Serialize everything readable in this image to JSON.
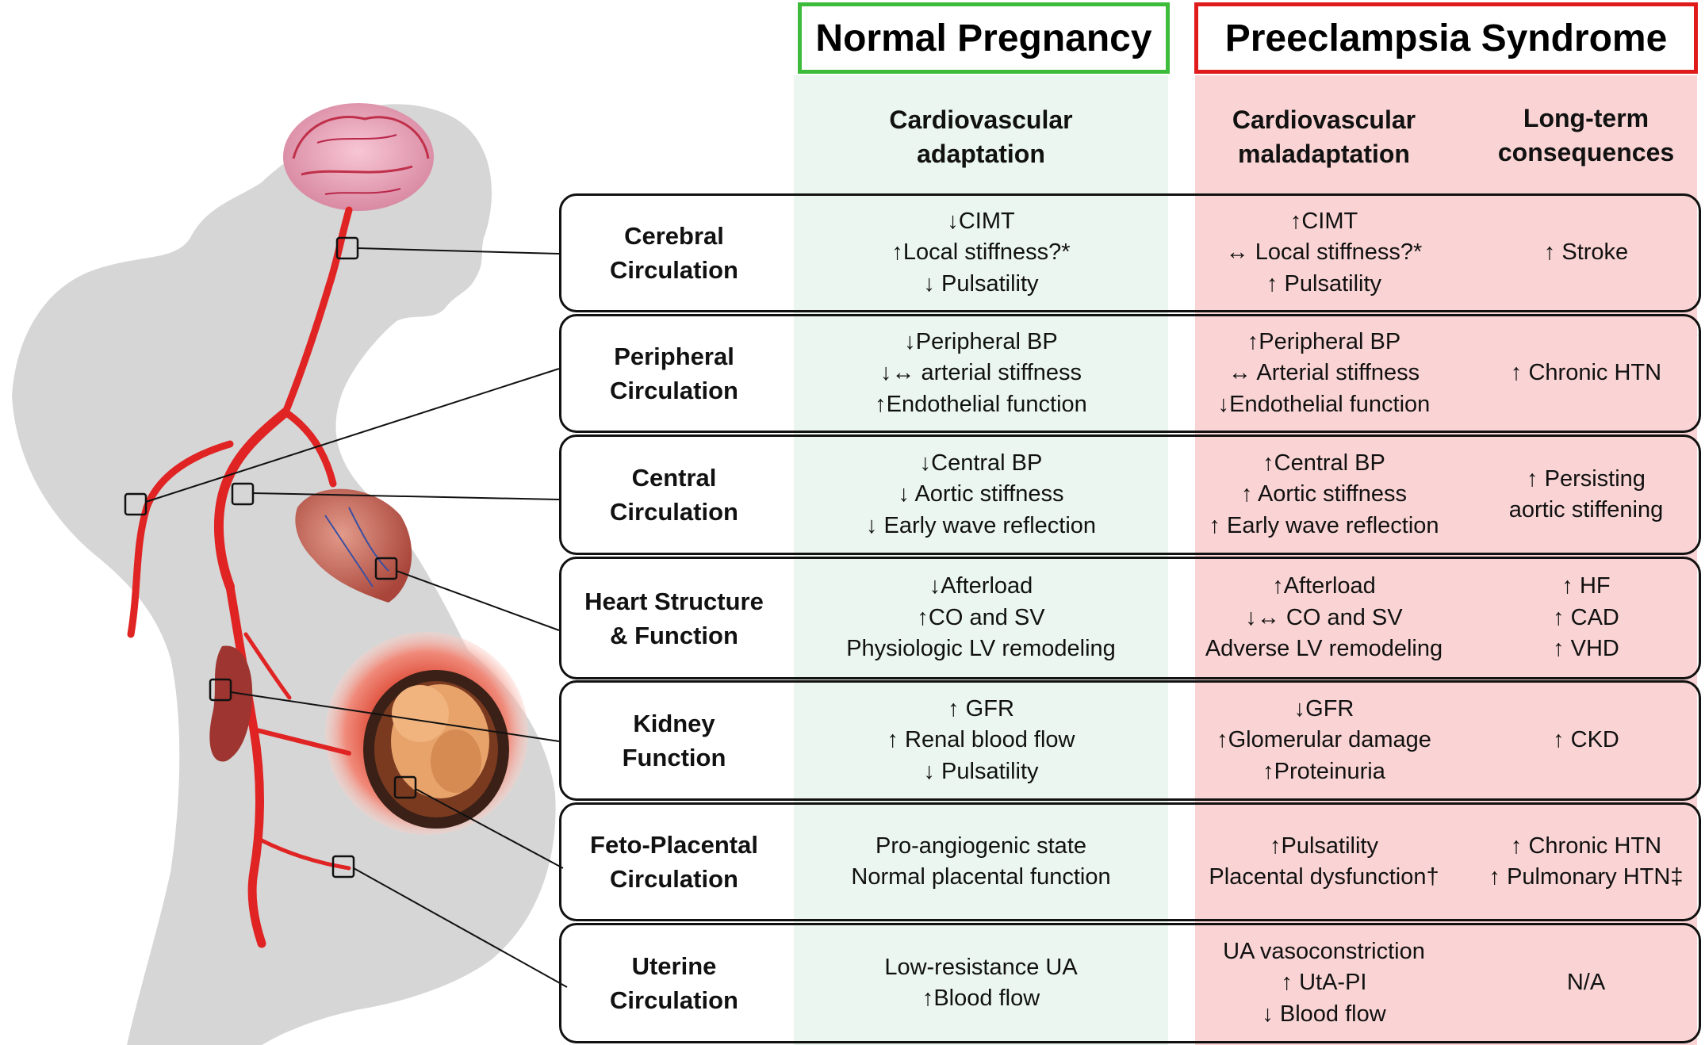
{
  "headers": {
    "normal_banner": "Normal Pregnancy",
    "preeclampsia_banner": "Preeclampsia Syndrome",
    "normal_col": [
      "Cardiovascular",
      "adaptation"
    ],
    "pre_col": [
      "Cardiovascular",
      "maladaptation"
    ],
    "long_col": [
      "Long-term",
      "consequences"
    ]
  },
  "colors": {
    "normal_accent": "#3dbb3a",
    "preeclampsia_accent": "#e01b1b",
    "normal_background": "#eaf6ef",
    "preeclampsia_background": "#fad4d4",
    "artery": "#e02424",
    "silhouette": "#d4d4d4"
  },
  "illustration": {
    "description_icons": [
      "pregnant-silhouette-icon",
      "brain-icon",
      "heart-icon",
      "kidney-icon",
      "fetus-icon",
      "artery-icon"
    ]
  },
  "rows": [
    {
      "label": [
        "Cerebral",
        "Circulation"
      ],
      "normal": [
        "↓CIMT",
        "↑Local stiffness?*",
        "↓ Pulsatility"
      ],
      "pre": [
        "↑CIMT",
        "↔ Local stiffness?*",
        "↑ Pulsatility"
      ],
      "long": [
        "↑ Stroke"
      ]
    },
    {
      "label": [
        "Peripheral",
        "Circulation"
      ],
      "normal": [
        "↓Peripheral BP",
        "↓↔ arterial stiffness",
        "↑Endothelial function"
      ],
      "pre": [
        "↑Peripheral BP",
        "↔ Arterial stiffness",
        "↓Endothelial function"
      ],
      "long": [
        "↑ Chronic HTN"
      ]
    },
    {
      "label": [
        "Central",
        "Circulation"
      ],
      "normal": [
        "↓Central BP",
        "↓ Aortic stiffness",
        "↓ Early wave reflection"
      ],
      "pre": [
        "↑Central BP",
        "↑ Aortic stiffness",
        "↑ Early wave reflection"
      ],
      "long": [
        "↑ Persisting",
        "aortic stiffening"
      ]
    },
    {
      "label": [
        "Heart Structure",
        "& Function"
      ],
      "normal": [
        "↓Afterload",
        "↑CO and SV",
        "Physiologic LV remodeling"
      ],
      "pre": [
        "↑Afterload",
        "↓↔ CO and SV",
        "Adverse LV remodeling"
      ],
      "long": [
        "↑ HF",
        "↑ CAD",
        "↑ VHD"
      ]
    },
    {
      "label": [
        "Kidney",
        "Function"
      ],
      "normal": [
        "↑ GFR",
        "↑ Renal blood flow",
        "↓ Pulsatility"
      ],
      "pre": [
        "↓GFR",
        "↑Glomerular damage",
        "↑Proteinuria"
      ],
      "long": [
        "↑ CKD"
      ]
    },
    {
      "label": [
        "Feto-Placental",
        "Circulation"
      ],
      "normal": [
        "Pro-angiogenic state",
        "Normal placental function"
      ],
      "pre": [
        "↑Pulsatility",
        "Placental dysfunction†"
      ],
      "long": [
        "↑ Chronic HTN",
        "↑ Pulmonary HTN‡"
      ]
    },
    {
      "label": [
        "Uterine",
        "Circulation"
      ],
      "normal": [
        "Low-resistance UA",
        "↑Blood flow"
      ],
      "pre": [
        "UA vasoconstriction",
        "↑ UtA-PI",
        "↓ Blood flow"
      ],
      "long": [
        "N/A"
      ]
    }
  ]
}
